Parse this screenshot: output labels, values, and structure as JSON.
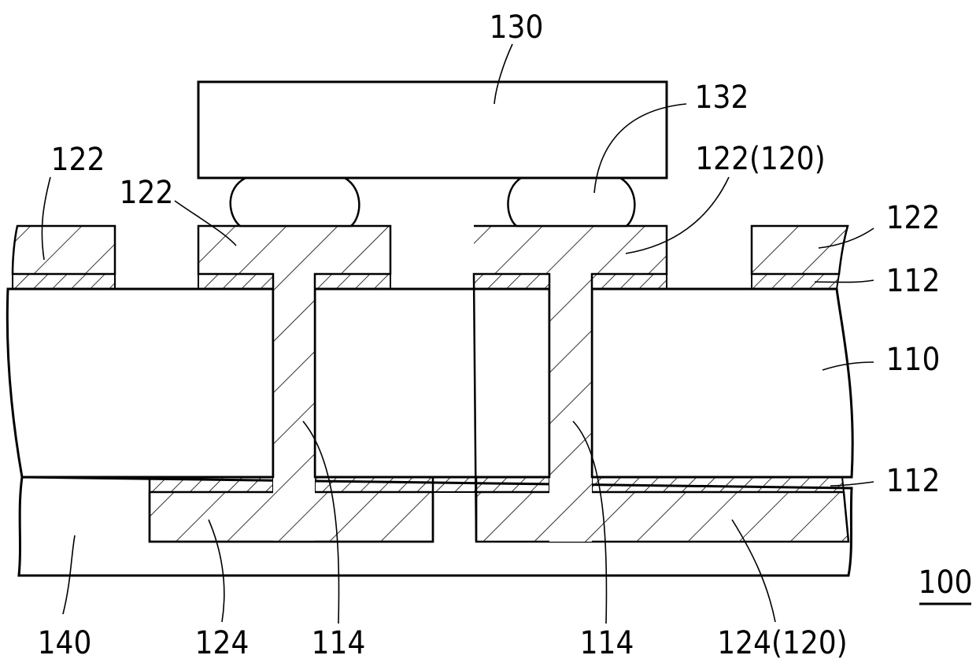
{
  "labels": {
    "chip": "130",
    "bump": "132",
    "top_pad_left": "122",
    "top_pad_left_inner": "122",
    "top_pad_right_inner": "122(120)",
    "top_pad_right": "122",
    "insulation_top": "112",
    "core": "110",
    "insulation_bottom": "112",
    "assembly": "100",
    "mold": "140",
    "bottom_pad_left": "124",
    "via_left": "114",
    "via_right": "114",
    "bottom_pad_right": "124(120)"
  },
  "colors": {
    "stroke": "#000000",
    "background": "#ffffff"
  }
}
